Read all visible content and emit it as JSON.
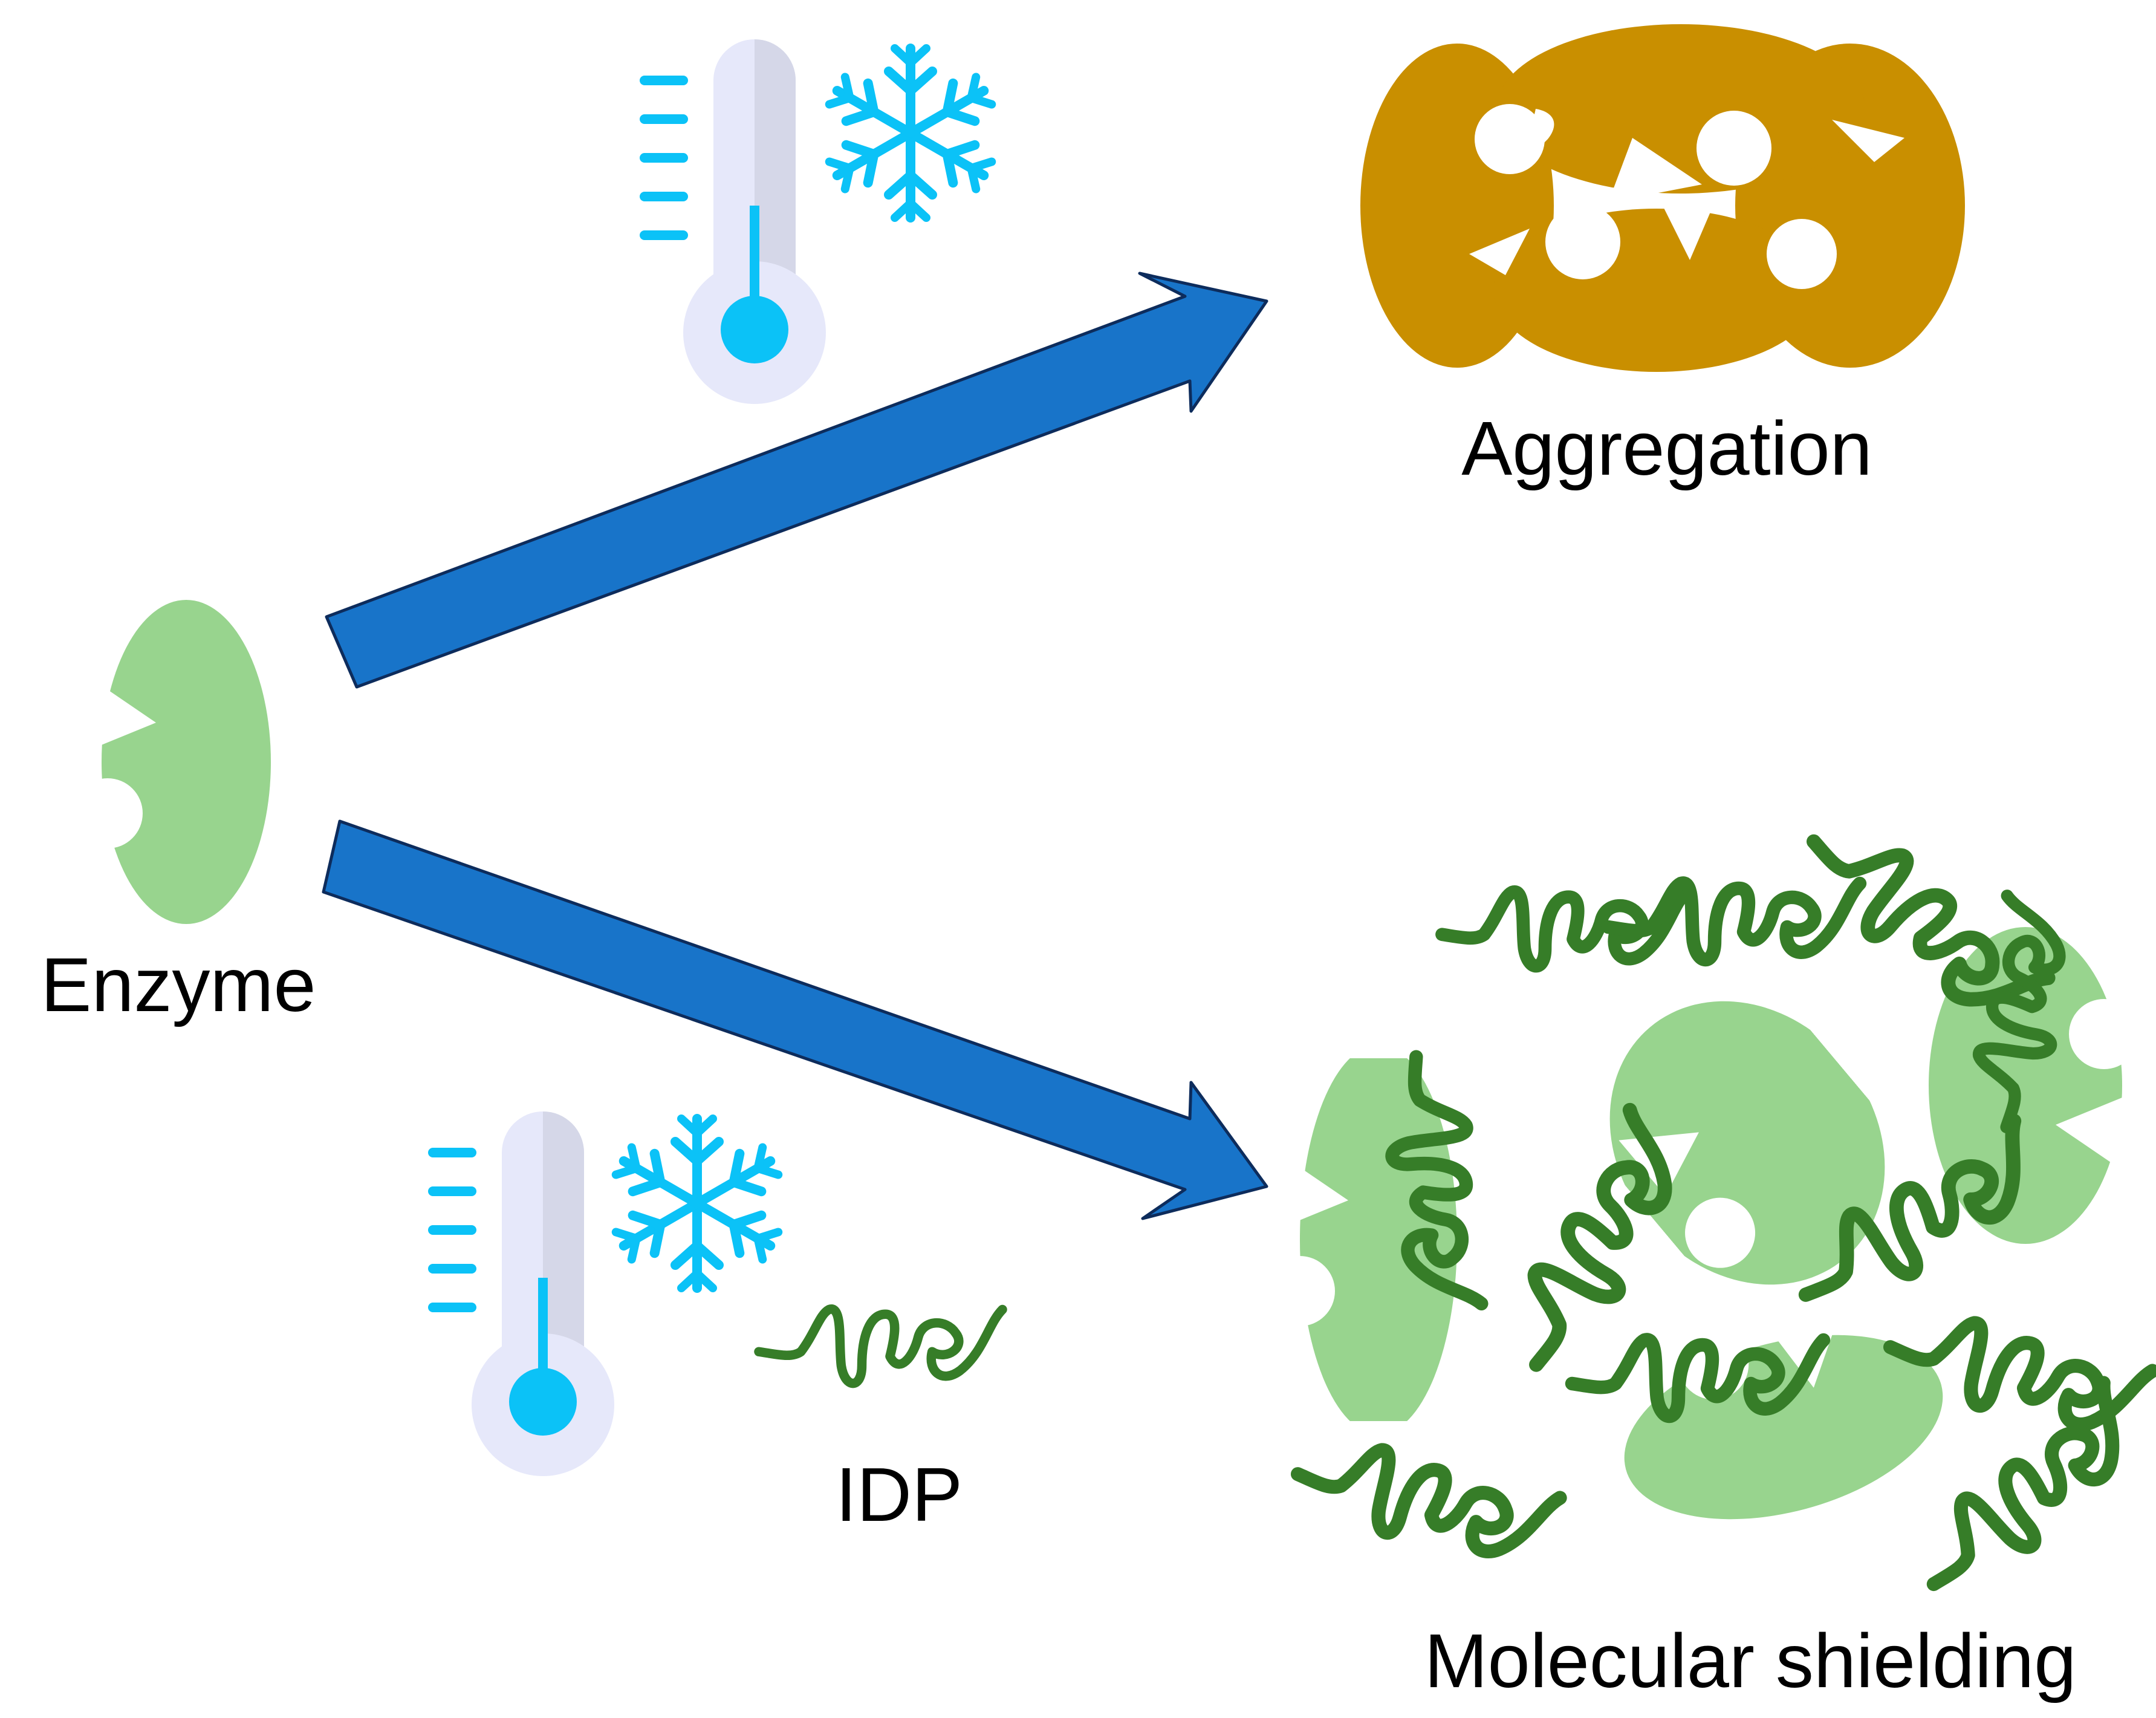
{
  "labels": {
    "enzyme": "Enzyme",
    "aggregation": "Aggregation",
    "idp": "IDP",
    "molecular_shielding": "Molecular shielding"
  },
  "icons": {
    "thermometer": "thermometer-icon",
    "snowflake": "snowflake-icon",
    "enzyme": "enzyme-icon",
    "idp": "idp-chain-icon",
    "arrow": "arrow-icon"
  },
  "colors": {
    "enzyme": "#98d48e",
    "aggregate": "#c98f00",
    "idp": "#367d28",
    "arrow_fill": "#1874c9",
    "arrow_stroke": "#0d2c5c",
    "cold_blue": "#0bc2f7",
    "thermo_body": "#e6e8fa",
    "thermo_shade": "#d3d5e6"
  }
}
